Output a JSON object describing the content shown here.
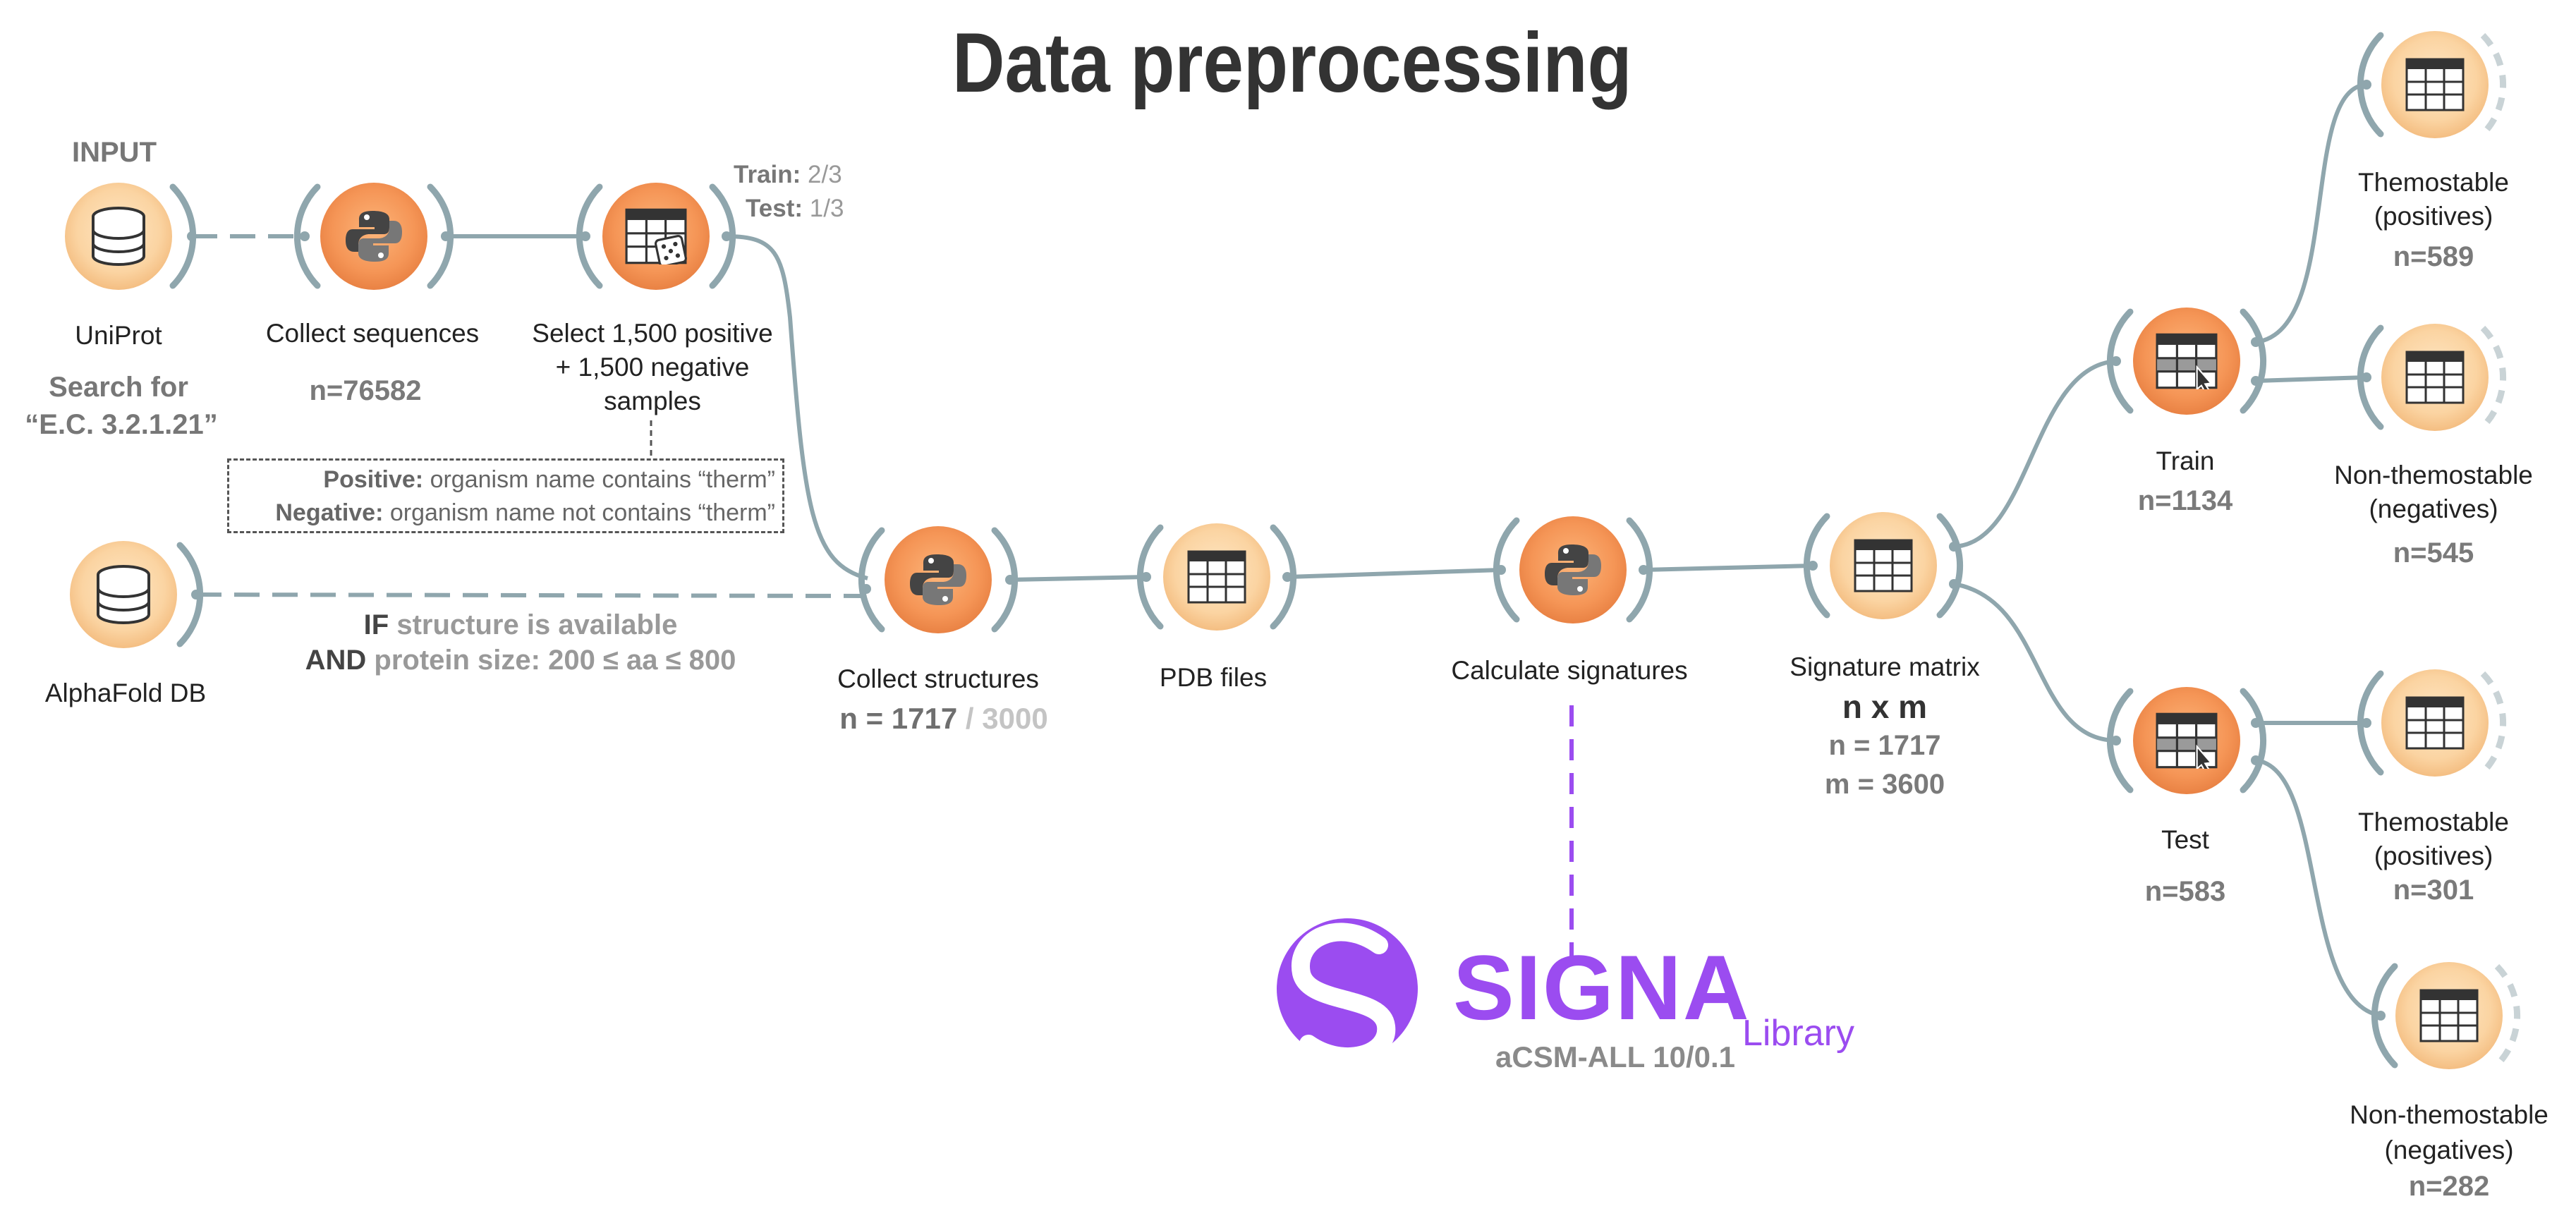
{
  "title": "Data preprocessing",
  "input_label": "INPUT",
  "nodes": {
    "uniprot": {
      "label": "UniProt",
      "search_line1": "Search for",
      "search_line2": "“E.C. 3.2.1.21”"
    },
    "collect_sequences": {
      "label": "Collect sequences",
      "count": "n=76582"
    },
    "select_samples": {
      "label_line1": "Select 1,500 positive",
      "label_line2": "+ 1,500 negative",
      "label_line3": "samples",
      "train_key": "Train:",
      "train_val": "2/3",
      "test_key": "Test:",
      "test_val": "1/3"
    },
    "alphafold": {
      "label": "AlphaFold DB"
    },
    "collect_structures": {
      "label": "Collect structures",
      "count_main": "n = 1717",
      "count_sep": "/",
      "count_total": "3000"
    },
    "pdb_files": {
      "label": "PDB files"
    },
    "calculate_signatures": {
      "label": "Calculate signatures"
    },
    "signature_matrix": {
      "label": "Signature matrix",
      "dims": "n x m",
      "n": "n = 1717",
      "m": "m = 3600"
    },
    "train": {
      "label": "Train",
      "count": "n=1134"
    },
    "test": {
      "label": "Test",
      "count": "n=583"
    },
    "train_pos": {
      "label_line1": "Themostable",
      "label_line2": "(positives)",
      "count": "n=589"
    },
    "train_neg": {
      "label_line1": "Non-themostable",
      "label_line2": "(negatives)",
      "count": "n=545"
    },
    "test_pos": {
      "label_line1": "Themostable",
      "label_line2": "(positives)",
      "count": "n=301"
    },
    "test_neg": {
      "label_line1": "Non-themostable",
      "label_line2": "(negatives)",
      "count": "n=282"
    }
  },
  "rule_box": {
    "positive_key": "Positive:",
    "positive_text": "organism name contains “therm”",
    "negative_key": "Negative:",
    "negative_text": "organism name not contains “therm”"
  },
  "condition": {
    "if_key": "IF",
    "if_text": "structure is available",
    "and_key": "AND",
    "and_text": "protein size: 200 ≤ aa ≤ 800"
  },
  "signa": {
    "name": "SIGNA",
    "suffix": "Library",
    "method": "aCSM-ALL 10/0.1"
  },
  "colors": {
    "accent_purple": "#9b4cf0",
    "node_light": "#fbd7a8",
    "node_dark": "#f39a5c",
    "connector": "#8fa6ad"
  },
  "icons": {
    "database": "database-icon",
    "python": "python-icon",
    "table": "table-icon",
    "table_dice": "table-dice-icon",
    "table_select": "table-select-icon"
  }
}
